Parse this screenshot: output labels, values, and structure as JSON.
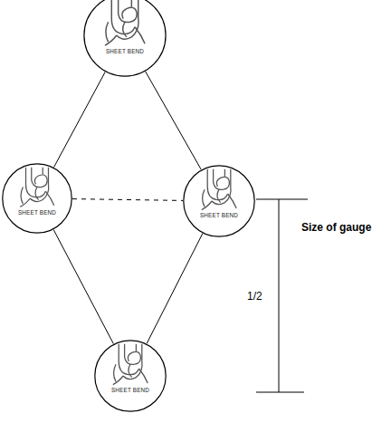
{
  "diagram": {
    "nodes": [
      {
        "text": [
          "SHEET BEND"
        ]
      },
      {
        "text": [
          "SHEET BEND"
        ]
      },
      {
        "text": [
          "SHEET BEND"
        ]
      },
      {
        "text": [
          "SHEET BEND"
        ]
      }
    ],
    "edges": [
      {
        "from": 0,
        "to": 1,
        "arrow": "none"
      },
      {
        "from": 0,
        "to": 2,
        "arrow": "none"
      },
      {
        "from": 1,
        "to": 2,
        "arrow": "none"
      },
      {
        "from": 1,
        "to": 3,
        "arrow": "none"
      },
      {
        "from": 2,
        "to": 3,
        "arrow": "none"
      }
    ],
    "labels": [
      "Size of gauge",
      "1/2"
    ]
  }
}
